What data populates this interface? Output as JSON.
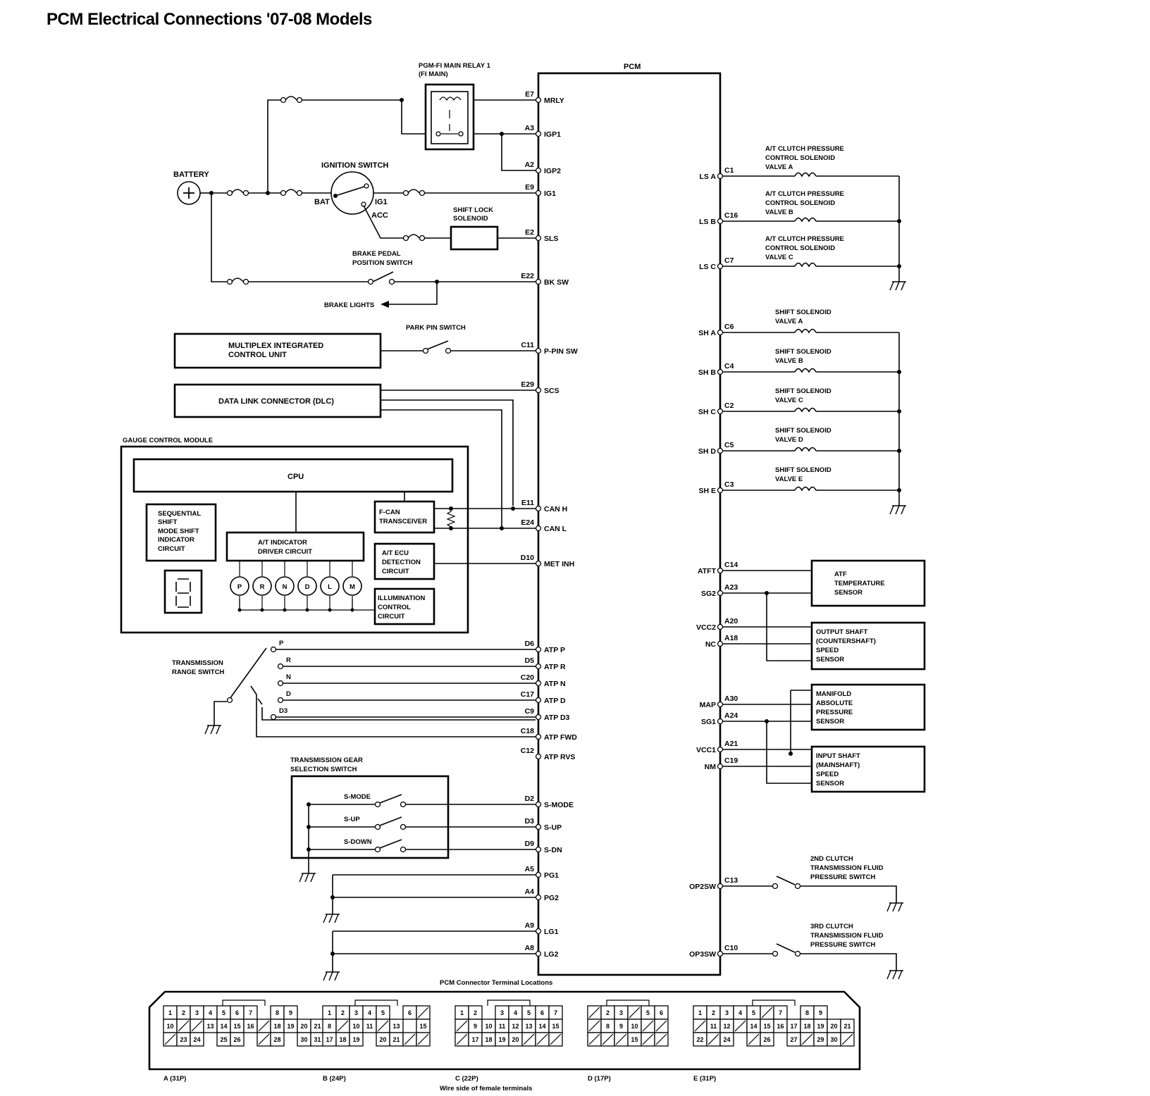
{
  "page_title": "PCM Electrical Connections '07-08 Models",
  "pcm_label": "PCM",
  "components": {
    "relay": [
      "PGM-FI MAIN RELAY 1",
      "(FI MAIN)"
    ],
    "battery": "BATTERY",
    "ignition": "IGNITION SWITCH",
    "ign_bat": "BAT",
    "ign_ig1": "IG1",
    "ign_acc": "ACC",
    "shift_lock": [
      "SHIFT LOCK",
      "SOLENOID"
    ],
    "brake_switch": [
      "BRAKE PEDAL",
      "POSITION SWITCH"
    ],
    "brake_lights": "BRAKE LIGHTS",
    "park_pin": "PARK PIN SWITCH",
    "micu": [
      "MULTIPLEX INTEGRATED",
      "CONTROL UNIT"
    ],
    "dlc": "DATA LINK CONNECTOR (DLC)",
    "gcm": "GAUGE CONTROL MODULE",
    "cpu": "CPU",
    "seq": [
      "SEQUENTIAL",
      "SHIFT",
      "MODE SHIFT",
      "INDICATOR",
      "CIRCUIT"
    ],
    "at_ind": [
      "A/T INDICATOR",
      "DRIVER CIRCUIT"
    ],
    "fcan": [
      "F-CAN",
      "TRANSCEIVER"
    ],
    "at_ecu": [
      "A/T ECU",
      "DETECTION",
      "CIRCUIT"
    ],
    "illum": [
      "ILLUMINATION",
      "CONTROL",
      "CIRCUIT"
    ],
    "lamps": [
      "P",
      "R",
      "N",
      "D",
      "L",
      "M"
    ],
    "trs": [
      "TRANSMISSION",
      "RANGE SWITCH"
    ],
    "trs_pos": [
      "P",
      "R",
      "N",
      "D",
      "D3"
    ],
    "tgss": [
      "TRANSMISSION GEAR",
      "SELECTION SWITCH"
    ],
    "tgss_sw": [
      "S-MODE",
      "S-UP",
      "S-DOWN"
    ],
    "atf_sensor": [
      "ATF",
      "TEMPERATURE",
      "SENSOR"
    ],
    "oss_sensor": [
      "OUTPUT SHAFT",
      "(COUNTERSHAFT)",
      "SPEED",
      "SENSOR"
    ],
    "map_sensor": [
      "MANIFOLD",
      "ABSOLUTE",
      "PRESSURE",
      "SENSOR"
    ],
    "iss_sensor": [
      "INPUT SHAFT",
      "(MAINSHAFT)",
      "SPEED",
      "SENSOR"
    ],
    "lsa": [
      "A/T CLUTCH PRESSURE",
      "CONTROL SOLENOID",
      "VALVE A"
    ],
    "lsb": [
      "A/T CLUTCH PRESSURE",
      "CONTROL SOLENOID",
      "VALVE B"
    ],
    "lsc": [
      "A/T CLUTCH PRESSURE",
      "CONTROL SOLENOID",
      "VALVE C"
    ],
    "sha": [
      "SHIFT SOLENOID",
      "VALVE A"
    ],
    "shb": [
      "SHIFT SOLENOID",
      "VALVE B"
    ],
    "shc": [
      "SHIFT SOLENOID",
      "VALVE C"
    ],
    "shd": [
      "SHIFT SOLENOID",
      "VALVE D"
    ],
    "she": [
      "SHIFT SOLENOID",
      "VALVE E"
    ],
    "op2": [
      "2ND CLUTCH",
      "TRANSMISSION FLUID",
      "PRESSURE SWITCH"
    ],
    "op3": [
      "3RD CLUTCH",
      "TRANSMISSION FLUID",
      "PRESSURE SWITCH"
    ]
  },
  "left_pins": [
    {
      "pin": "E7",
      "signal": "MRLY"
    },
    {
      "pin": "A3",
      "signal": "IGP1"
    },
    {
      "pin": "A2",
      "signal": "IGP2"
    },
    {
      "pin": "E9",
      "signal": "IG1"
    },
    {
      "pin": "E2",
      "signal": "SLS"
    },
    {
      "pin": "E22",
      "signal": "BK SW"
    },
    {
      "pin": "C11",
      "signal": "P-PIN SW"
    },
    {
      "pin": "E29",
      "signal": "SCS"
    },
    {
      "pin": "E11",
      "signal": "CAN H"
    },
    {
      "pin": "E24",
      "signal": "CAN L"
    },
    {
      "pin": "D10",
      "signal": "MET INH"
    },
    {
      "pin": "D6",
      "signal": "ATP P"
    },
    {
      "pin": "D5",
      "signal": "ATP R"
    },
    {
      "pin": "C20",
      "signal": "ATP N"
    },
    {
      "pin": "C17",
      "signal": "ATP D"
    },
    {
      "pin": "C9",
      "signal": "ATP D3"
    },
    {
      "pin": "C18",
      "signal": "ATP FWD"
    },
    {
      "pin": "C12",
      "signal": "ATP RVS"
    },
    {
      "pin": "D2",
      "signal": "S-MODE"
    },
    {
      "pin": "D3",
      "signal": "S-UP"
    },
    {
      "pin": "D9",
      "signal": "S-DN"
    },
    {
      "pin": "A5",
      "signal": "PG1"
    },
    {
      "pin": "A4",
      "signal": "PG2"
    },
    {
      "pin": "A9",
      "signal": "LG1"
    },
    {
      "pin": "A8",
      "signal": "LG2"
    }
  ],
  "right_pins": [
    {
      "pin": "C1",
      "signal": "LS A"
    },
    {
      "pin": "C16",
      "signal": "LS B"
    },
    {
      "pin": "C7",
      "signal": "LS C"
    },
    {
      "pin": "C6",
      "signal": "SH A"
    },
    {
      "pin": "C4",
      "signal": "SH B"
    },
    {
      "pin": "C2",
      "signal": "SH C"
    },
    {
      "pin": "C5",
      "signal": "SH D"
    },
    {
      "pin": "C3",
      "signal": "SH E"
    },
    {
      "pin": "C14",
      "signal": "ATFT"
    },
    {
      "pin": "A23",
      "signal": "SG2"
    },
    {
      "pin": "A20",
      "signal": "VCC2"
    },
    {
      "pin": "A18",
      "signal": "NC"
    },
    {
      "pin": "A30",
      "signal": "MAP"
    },
    {
      "pin": "A24",
      "signal": "SG1"
    },
    {
      "pin": "A21",
      "signal": "VCC1"
    },
    {
      "pin": "C19",
      "signal": "NM"
    },
    {
      "pin": "C13",
      "signal": "OP2SW"
    },
    {
      "pin": "C10",
      "signal": "OP3SW"
    }
  ],
  "connector": {
    "title": "PCM Connector Terminal Locations",
    "footer": "Wire side of female terminals",
    "blocks": [
      {
        "label": "A (31P)",
        "rows": [
          [
            "1",
            "2",
            "3",
            "4",
            "5",
            "6",
            "7",
            "",
            "8",
            "9"
          ],
          [
            "10",
            "/",
            "/",
            "13",
            "14",
            "15",
            "16",
            "/",
            "18",
            "19",
            "20",
            "21"
          ],
          [
            "/",
            "23",
            "24",
            "",
            "25",
            "26",
            "",
            "/",
            "28",
            "",
            "30",
            "31"
          ]
        ]
      },
      {
        "label": "B (24P)",
        "rows": [
          [
            "1",
            "2",
            "3",
            "4",
            "5",
            "",
            "6",
            "/"
          ],
          [
            "8",
            "/",
            "10",
            "11",
            "/",
            "13",
            "",
            "15"
          ],
          [
            "17",
            "18",
            "19",
            "",
            "20",
            "21",
            "/",
            "/"
          ]
        ]
      },
      {
        "label": "C (22P)",
        "rows": [
          [
            "1",
            "2",
            "",
            "3",
            "4",
            "5",
            "6",
            "7"
          ],
          [
            "/",
            "9",
            "10",
            "11",
            "12",
            "13",
            "14",
            "15"
          ],
          [
            "/",
            "17",
            "18",
            "19",
            "20",
            "/",
            "/",
            "/"
          ]
        ]
      },
      {
        "label": "D (17P)",
        "rows": [
          [
            "/",
            "2",
            "3",
            "/",
            "5",
            "6"
          ],
          [
            "/",
            "8",
            "9",
            "10",
            "/",
            "/"
          ],
          [
            "/",
            "/",
            "/",
            "15",
            "/",
            "/"
          ]
        ]
      },
      {
        "label": "E (31P)",
        "rows": [
          [
            "1",
            "2",
            "3",
            "4",
            "5",
            "/",
            "7",
            "",
            "8",
            "9"
          ],
          [
            "/",
            "11",
            "12",
            "/",
            "14",
            "15",
            "16",
            "17",
            "18",
            "19",
            "20",
            "21"
          ],
          [
            "22",
            "/",
            "24",
            "",
            "/",
            "26",
            "",
            "27",
            "/",
            "29",
            "30",
            "/"
          ]
        ]
      }
    ]
  }
}
